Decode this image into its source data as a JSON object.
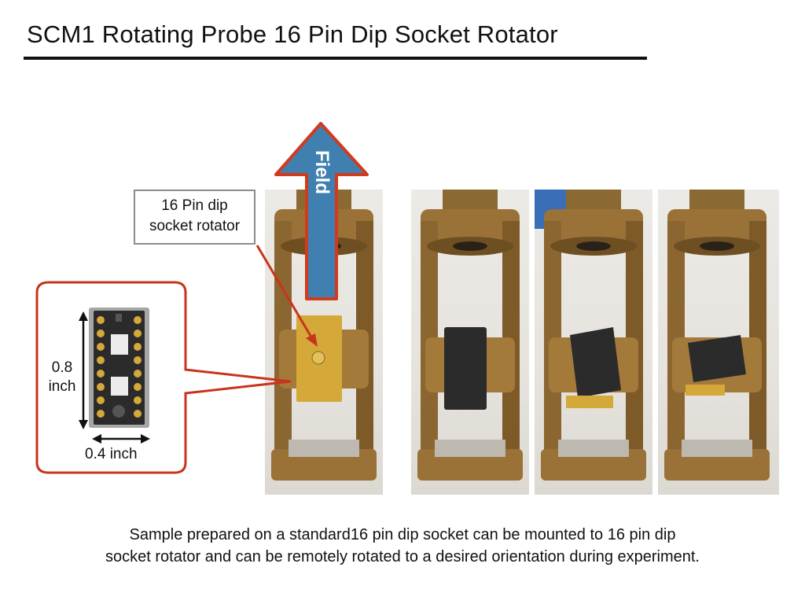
{
  "slide": {
    "title": "SCM1 Rotating Probe 16 Pin Dip Socket Rotator"
  },
  "field_arrow": {
    "label": "Field",
    "fill_color": "#3f80b0",
    "outline_color": "#d23a1e"
  },
  "callout": {
    "line1": "16 Pin dip",
    "line2": "socket rotator",
    "arrow_color": "#c8341c"
  },
  "inset": {
    "height_label_line1": "0.8",
    "height_label_line2": "inch",
    "width_label": "0.4 inch",
    "frame_color": "#c8341c"
  },
  "caption": {
    "line1": "Sample prepared on a standard16 pin dip socket can be mounted to 16 pin dip",
    "line2": "socket rotator and can be remotely rotated to a desired orientation during experiment."
  },
  "colors": {
    "brass": "#9a7238",
    "brass_dark": "#6e4f22",
    "socket_black": "#2b2b2b",
    "gold_pin": "#d4a93a"
  }
}
